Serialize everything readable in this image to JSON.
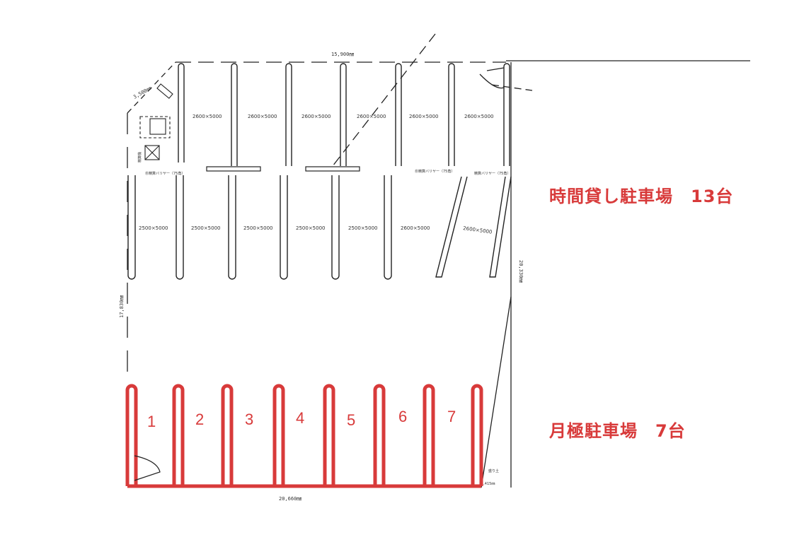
{
  "legend": {
    "hourly": "時間貸し駐車場　13台",
    "monthly": "月極駐車場　7台"
  },
  "dimensions": {
    "top": "15,900㎜",
    "bottom": "20,660㎜",
    "left": "17,830㎜",
    "right": "20,330㎜",
    "corner": "3,500㎜",
    "bottom_right": "1,415㎜"
  },
  "upper_row_bays": [
    "2600×5000",
    "2600×5000",
    "2600×5000",
    "2600×5000",
    "2600×5000",
    "2600×5000"
  ],
  "lower_row_bays": [
    "2500×5000",
    "2500×5000",
    "2500×5000",
    "2500×5000",
    "2500×5000",
    "2600×5000",
    "2600×5000"
  ],
  "barrier_labels": [
    "㊞精算バリヤー（75角）",
    "㊞精算バリヤー（75角）",
    "精算バリヤー（75角）"
  ],
  "side_label": "精算機",
  "mound_label": "盛り土",
  "monthly_spaces": [
    "1",
    "2",
    "3",
    "4",
    "5",
    "6",
    "7"
  ],
  "colors": {
    "monthly": "#d83a3a",
    "lines": "#222222"
  }
}
